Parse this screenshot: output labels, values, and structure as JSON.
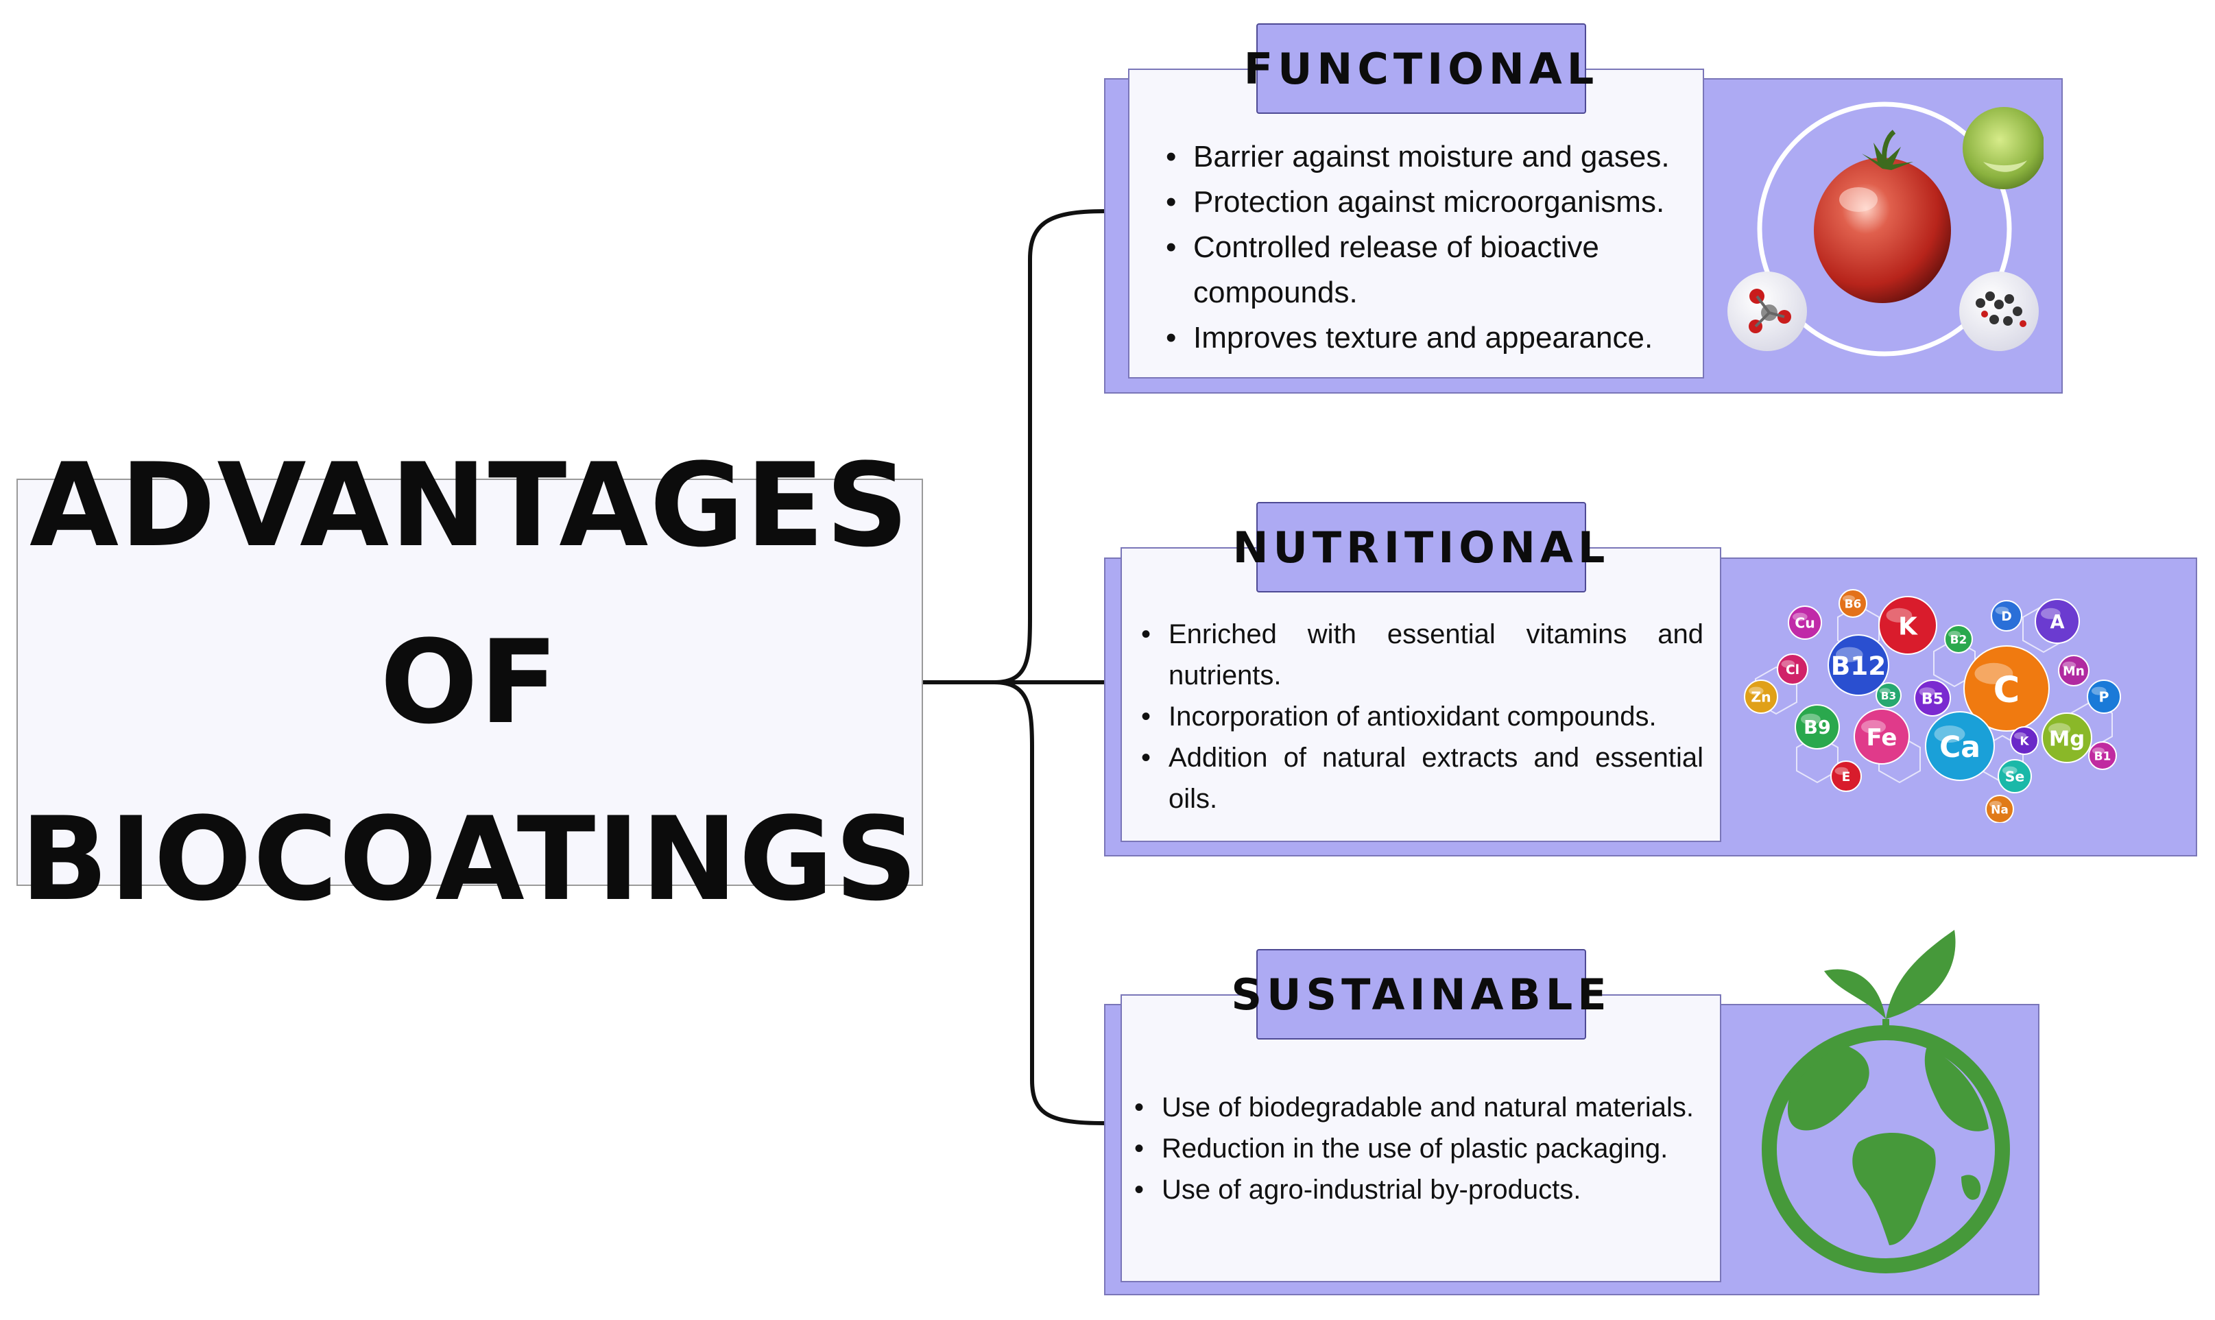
{
  "diagram": {
    "title": "ADVANTAGES OF BIOCOATINGS",
    "colors": {
      "card_purple": "#adaaf3",
      "card_white": "#f7f7fd",
      "connector": "#111111",
      "earth_green": "#46993a"
    },
    "branches": [
      {
        "title": "FUNCTIONAL",
        "items": [
          "Barrier against moisture and gases.",
          "Protection against microorganisms.",
          "Controlled release of bioactive compounds.",
          "Improves texture and appearance."
        ],
        "illustration": "tomato-coating-icon"
      },
      {
        "title": "NUTRITIONAL",
        "items": [
          "Enriched with essential vitamins and nutrients.",
          "Incorporation of antioxidant compounds.",
          "Addition of natural extracts and essential oils."
        ],
        "illustration": "vitamins-minerals-icon",
        "nutrient_labels": [
          "Cu",
          "B6",
          "K",
          "B2",
          "D",
          "A",
          "Cl",
          "B12",
          "Mn",
          "Zn",
          "B3",
          "B5",
          "C",
          "P",
          "B9",
          "Fe",
          "Ca",
          "K",
          "Mg",
          "Se",
          "B1",
          "E",
          "Na"
        ]
      },
      {
        "title": "SUSTAINABLE",
        "items": [
          "Use of biodegradable and natural materials.",
          "Reduction in the use of plastic packaging.",
          "Use of agro-industrial by-products."
        ],
        "illustration": "green-earth-icon"
      }
    ]
  }
}
